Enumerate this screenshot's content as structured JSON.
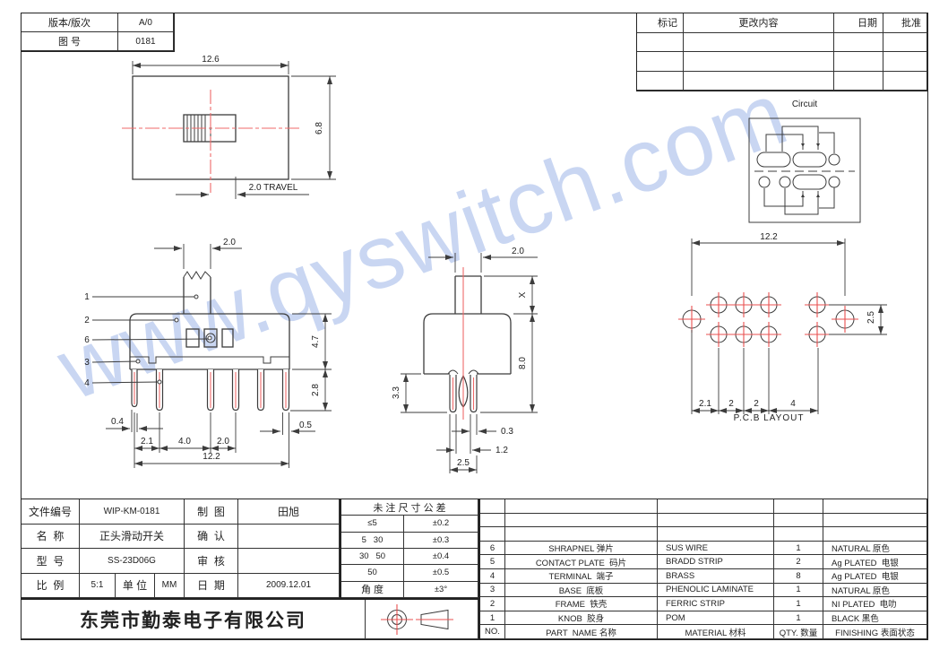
{
  "watermark": {
    "text": "www.qyswitch.com"
  },
  "rev_block": {
    "version_label": "版本/版次",
    "version_value": "A/0",
    "drawing_no_label": "图 号",
    "drawing_no_value": "0181"
  },
  "revision_table": {
    "headers": [
      "标记",
      "更改内容",
      "日期",
      "批准"
    ]
  },
  "views": {
    "top": {
      "width": "12.6",
      "height": "6.8",
      "travel": "2.0 TRAVEL"
    },
    "front": {
      "knob_width": "2.0",
      "body_height": "4.7",
      "terminal_length": "2.8",
      "terminal_width": "0.4",
      "pitch1": "2.1",
      "pitch2": "4.0",
      "pitch3": "2.0",
      "tab_width": "0.5",
      "overall_width": "12.2",
      "callouts": [
        "1",
        "2",
        "6",
        "3",
        "4"
      ]
    },
    "side": {
      "knob_width": "2.0",
      "knob_height": "X",
      "total_height": "8.0",
      "terminal_length": "3.3",
      "wall": "0.3",
      "inner_span": "1.2",
      "outer_span": "2.5"
    },
    "circuit": {
      "title": "Circuit"
    },
    "pcb": {
      "title": "P.C.B LAYOUT",
      "overall": "12.2",
      "row_pitch": "2.5",
      "s1": "2.1",
      "s2": "2",
      "s3": "2",
      "s4": "4"
    }
  },
  "title_block": {
    "file_no_label": "文件编号",
    "file_no_value": "WIP-KM-0181",
    "name_label": "名  称",
    "name_value": "正头滑动开关",
    "model_label": "型  号",
    "model_value": "SS-23D06G",
    "scale_label": "比  例",
    "scale_value": "5:1",
    "unit_label": "单 位",
    "unit_value": "MM",
    "draft_label": "制  图",
    "draft_value": "田旭",
    "confirm_label": "确  认",
    "confirm_value": "",
    "review_label": "审  核",
    "review_value": "",
    "date_label": "日  期",
    "date_value": "2009.12.01"
  },
  "tolerance_table": {
    "title": "未 注 尺 寸 公 差",
    "rows": [
      {
        "range": "≤5",
        "tol": "±0.2"
      },
      {
        "range": "5   30",
        "tol": "±0.3"
      },
      {
        "range": "30   50",
        "tol": "±0.4"
      },
      {
        "range": "50",
        "tol": "±0.5"
      },
      {
        "range": "角 度",
        "tol": "±3°"
      }
    ]
  },
  "bom": {
    "headers": {
      "no": "NO.",
      "part": "PART  NAME 名称",
      "material": "MATERIAL 材料",
      "qty": "QTY. 数量",
      "finishing": "FINISHING 表面状态"
    },
    "rows": [
      {
        "no": "6",
        "part": "SHRAPNEL 弹片",
        "material": "SUS WIRE",
        "qty": "1",
        "finishing": "NATURAL 原色"
      },
      {
        "no": "5",
        "part": "CONTACT PLATE  码片",
        "material": "BRADD STRIP",
        "qty": "2",
        "finishing": "Ag PLATED  电银"
      },
      {
        "no": "4",
        "part": "TERMINAL  端子",
        "material": "BRASS",
        "qty": "8",
        "finishing": "Ag PLATED  电银"
      },
      {
        "no": "3",
        "part": "BASE  底板",
        "material": "PHENOLIC LAMINATE",
        "qty": "1",
        "finishing": "NATURAL 原色"
      },
      {
        "no": "2",
        "part": "FRAME  铁壳",
        "material": "FERRIC STRIP",
        "qty": "1",
        "finishing": "NI PLATED  电叻"
      },
      {
        "no": "1",
        "part": "KNOB  胶身",
        "material": "POM",
        "qty": "1",
        "finishing": "BLACK 黑色"
      }
    ]
  },
  "company": {
    "name": "东莞市勤泰电子有限公司"
  },
  "colors": {
    "line": "#3c3c3c",
    "centerline": "#ef6a6a",
    "watermark": "#bccdf0"
  }
}
